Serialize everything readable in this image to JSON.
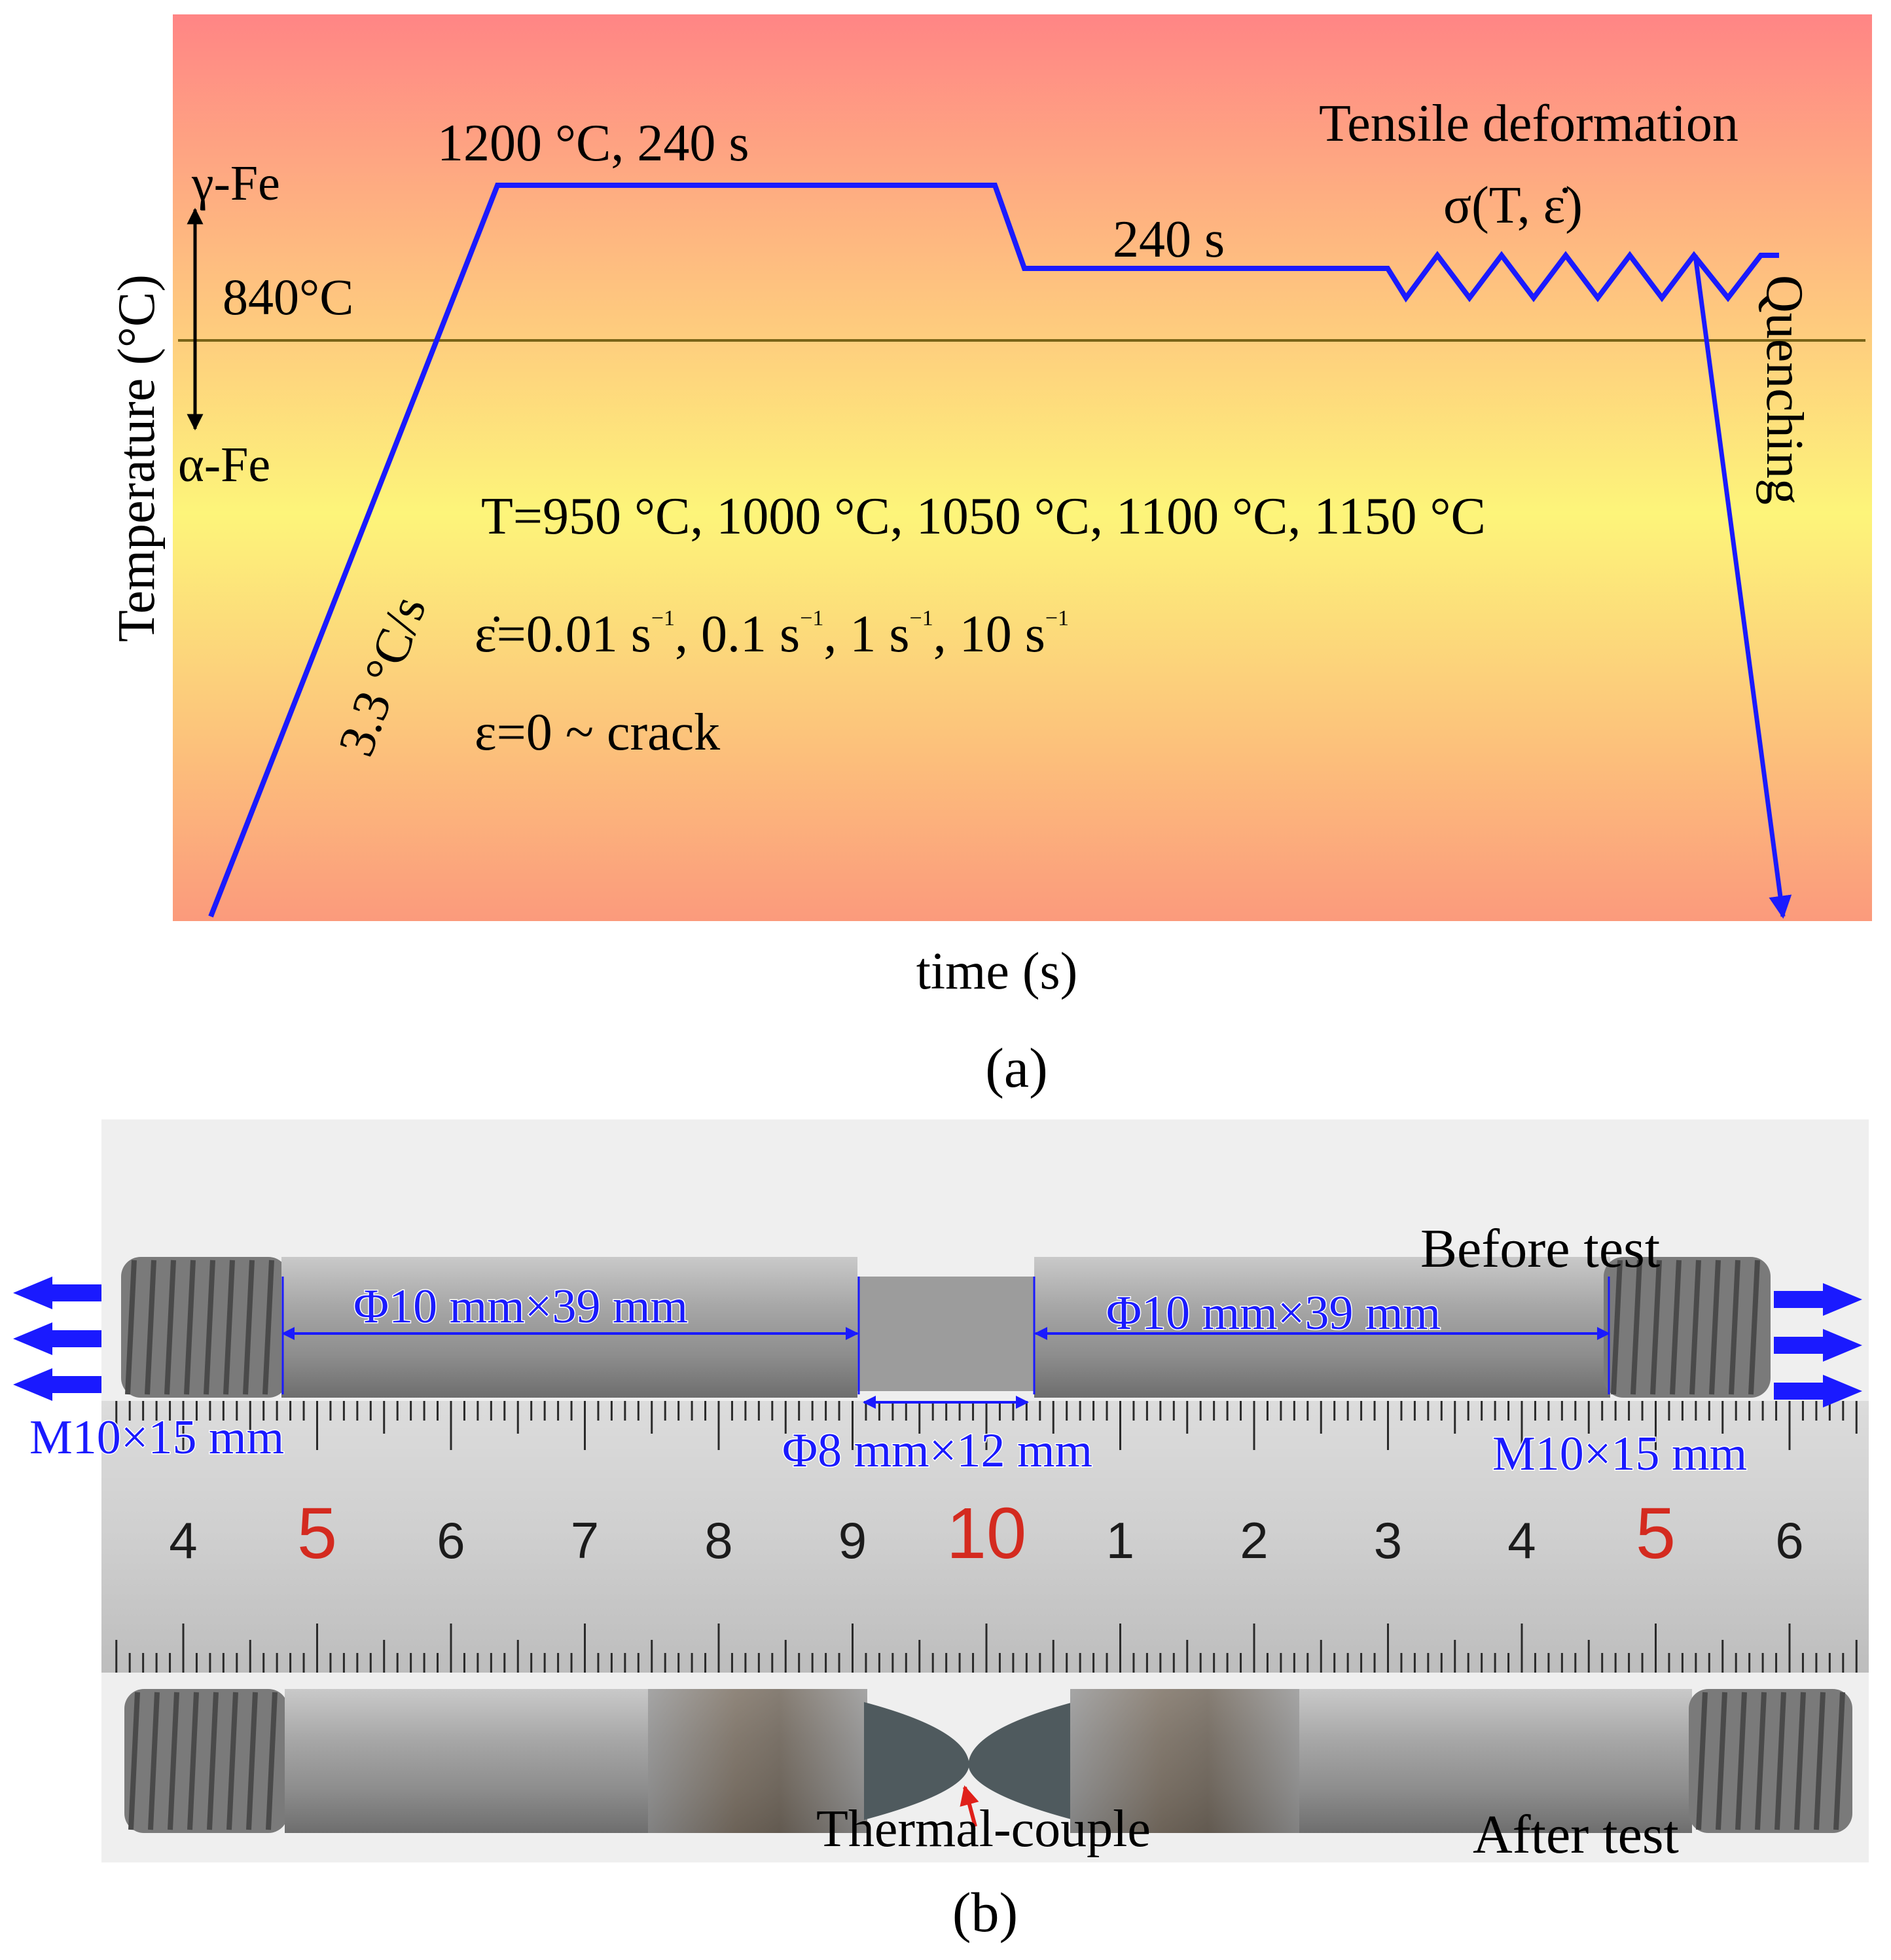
{
  "panel_a": {
    "caption": "(a)",
    "y_axis_label": "Temperature (°C)",
    "x_axis_label": "time (s)",
    "gamma_label": "γ-Fe",
    "alpha_label": "α-Fe",
    "transformation_temp": "840°C",
    "heating_rate": "3.3 °C/s",
    "soak_label": "1200 °C, 240 s",
    "hold_label": "240 s",
    "tensile_label": "Tensile deformation",
    "stress_label": "σ(T, ε̇)",
    "quench_label": "Quenching",
    "temperatures_line": "T=950 °C, 1000 °C, 1050 °C, 1100 °C, 1150 °C",
    "strain_rate_prefix": "ε̇=",
    "strain_rates": [
      "0.01 s",
      "0.1 s",
      "1 s",
      "10 s"
    ],
    "strain_rate_exponent": "−1",
    "strain_range": "ε=0 ~ crack",
    "colors": {
      "background_top": "#ff8585",
      "background_mid": "#fdf57a",
      "profile_line": "#1a1aff",
      "ref_line": "#7a6418"
    }
  },
  "panel_b": {
    "caption": "(b)",
    "before_label": "Before test",
    "after_label": "After test",
    "left_bar_dim": "Φ10 mm×39 mm",
    "right_bar_dim": "Φ10 mm×39 mm",
    "gauge_dim": "Φ8 mm×12 mm",
    "left_thread_dim": "M10×15 mm",
    "right_thread_dim": "M10×15 mm",
    "thermocouple_label": "Thermal-couple",
    "ruler_numbers": [
      "4",
      "5",
      "6",
      "7",
      "8",
      "9",
      "10",
      "1",
      "2",
      "3",
      "4",
      "5",
      "6"
    ],
    "ruler_red_numbers": [
      "5",
      "10",
      "5"
    ],
    "colors": {
      "annotation": "#1a1aff",
      "ruler_red": "#d42a1f",
      "thermocouple_arrow": "#e0201a"
    }
  }
}
